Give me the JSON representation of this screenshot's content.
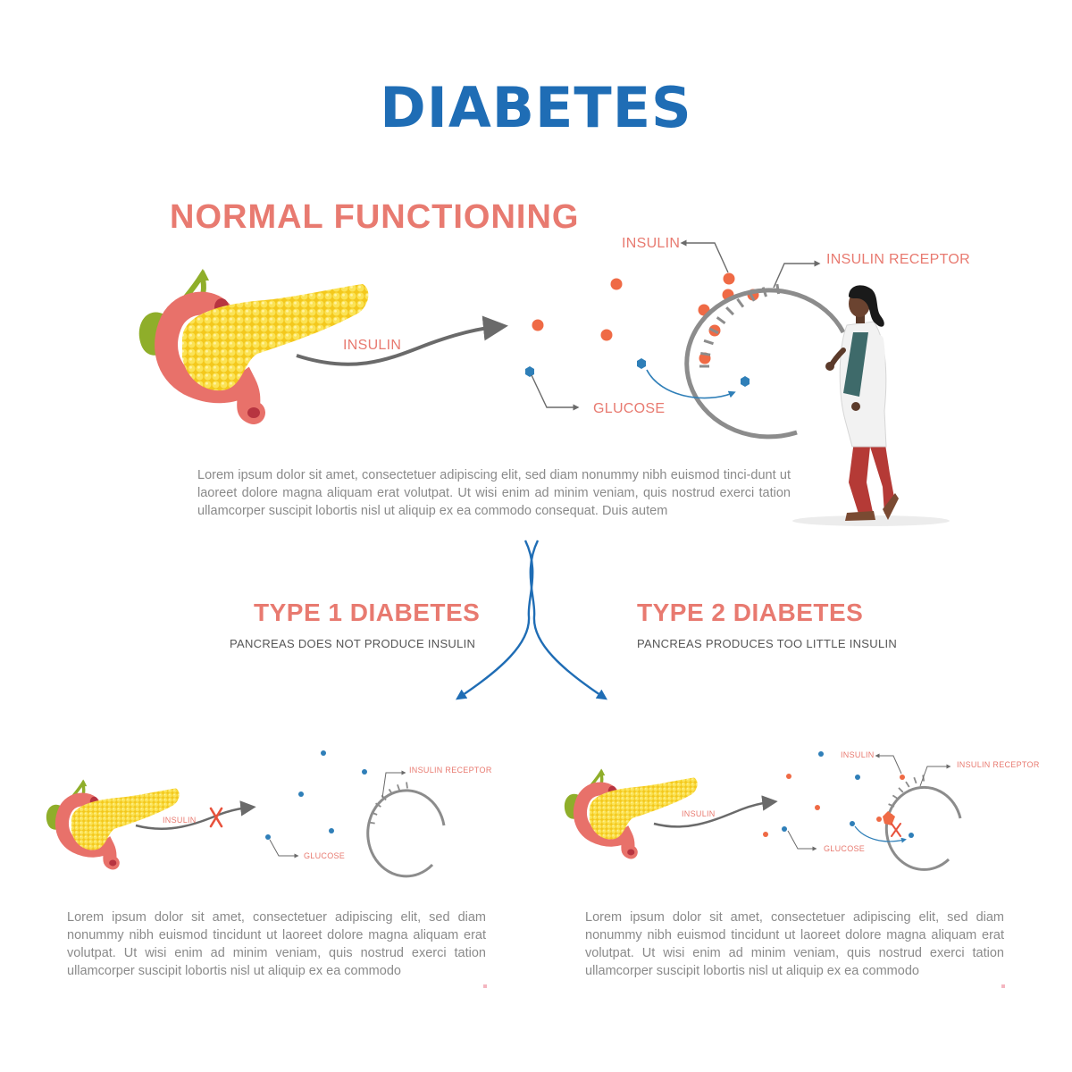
{
  "title": "DIABETES",
  "normal": {
    "heading": "NORMAL FUNCTIONING",
    "labels": {
      "insulin_flow": "INSULIN",
      "insulin": "INSULIN",
      "insulin_receptor": "INSULIN RECEPTOR",
      "glucose": "GLUCOSE"
    },
    "body": "Lorem ipsum dolor sit amet, consectetuer adipiscing elit, sed diam nonummy nibh euismod tinci-dunt ut laoreet dolore magna aliquam erat volutpat. Ut wisi enim ad minim veniam, quis nostrud exerci tation ullamcorper suscipit lobortis nisl ut aliquip ex ea commodo consequat. Duis autem"
  },
  "type1": {
    "heading": "TYPE 1 DIABETES",
    "subheading": "PANCREAS DOES NOT PRODUCE INSULIN",
    "labels": {
      "insulin_flow": "INSULIN",
      "insulin_receptor": "INSULIN RECEPTOR",
      "glucose": "GLUCOSE"
    },
    "body": "Lorem ipsum dolor sit amet, consectetuer adipiscing elit, sed diam nonummy nibh euismod tincidunt ut laoreet dolore magna aliquam erat volutpat. Ut wisi enim ad minim veniam, quis nostrud exerci tation ullamcorper suscipit lobortis nisl ut aliquip ex ea commodo"
  },
  "type2": {
    "heading": "TYPE 2 DIABETES",
    "subheading": "PANCREAS PRODUCES TOO LITTLE INSULIN",
    "labels": {
      "insulin_flow": "INSULIN",
      "insulin": "INSULIN",
      "insulin_receptor": "INSULIN RECEPTOR",
      "glucose": "GLUCOSE"
    },
    "body": "Lorem ipsum dolor sit amet, consectetuer adipiscing elit, sed diam nonummy nibh euismod tincidunt ut laoreet dolore magna aliquam erat volutpat. Ut wisi enim ad minim veniam, quis nostrud exerci tation ullamcorper suscipit lobortis nisl ut aliquip ex ea commodo"
  },
  "colors": {
    "title": "#1f6db5",
    "heading": "#e87a70",
    "insulin": "#ef6a45",
    "glucose": "#2f7fb8",
    "receptor": "#8c8c8c",
    "pancreas": "#f5d020",
    "duodenum": "#e8716a",
    "gallbladder": "#8fae2a"
  },
  "icons": [
    "pancreas-icon",
    "doctor-figure",
    "cell-receptor-icon",
    "block-x-icon",
    "split-arrow-icon"
  ]
}
